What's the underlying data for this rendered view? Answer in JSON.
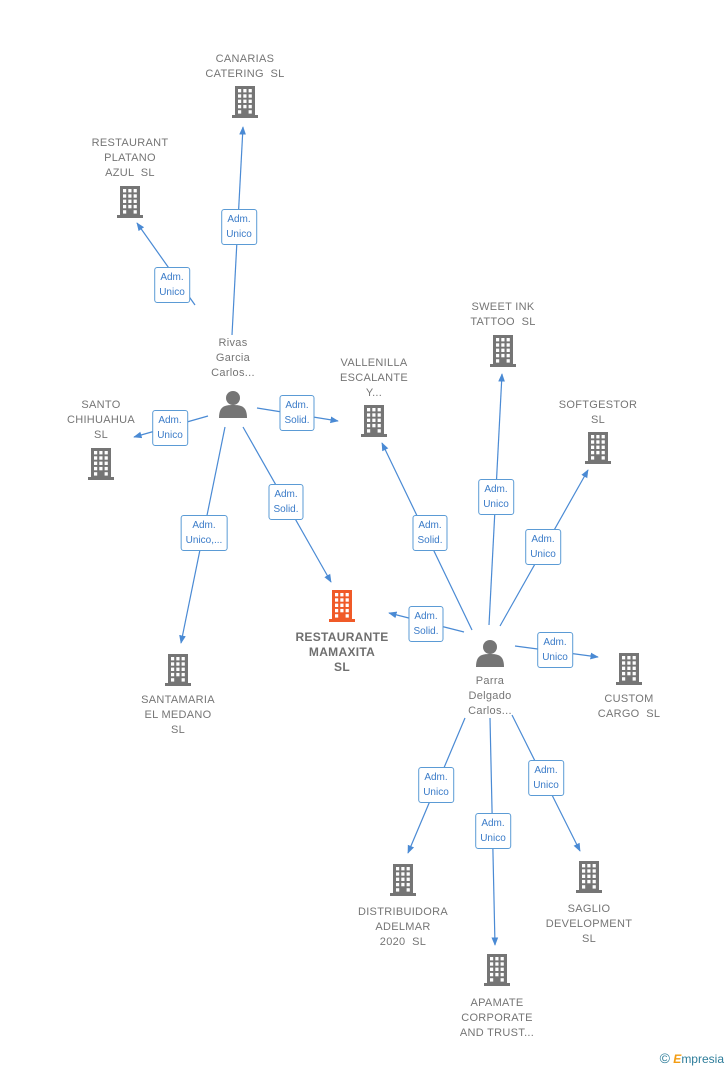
{
  "colors": {
    "edge": "#4a8ad4",
    "company": "#757575",
    "focus": "#f05a28",
    "person": "#757575"
  },
  "nodes": [
    {
      "id": "canarias",
      "type": "company",
      "label": "CANARIAS\nCATERING  SL"
    },
    {
      "id": "platano",
      "type": "company",
      "label": "RESTAURANT\nPLATANO\nAZUL  SL"
    },
    {
      "id": "rivas",
      "type": "person",
      "label": "Rivas\nGarcia\nCarlos..."
    },
    {
      "id": "chihuahua",
      "type": "company",
      "label": "SANTO\nCHIHUAHUA\nSL"
    },
    {
      "id": "vallenilla",
      "type": "company",
      "label": "VALLENILLA\nESCALANTE\nY..."
    },
    {
      "id": "sweetink",
      "type": "company",
      "label": "SWEET INK\nTATTOO  SL"
    },
    {
      "id": "softgestor",
      "type": "company",
      "label": "SOFTGESTOR\nSL"
    },
    {
      "id": "mamaxita",
      "type": "focus",
      "label": "RESTAURANTE\nMAMAXITA\nSL"
    },
    {
      "id": "parra",
      "type": "person",
      "label": "Parra\nDelgado\nCarlos..."
    },
    {
      "id": "customcargo",
      "type": "company",
      "label": "CUSTOM\nCARGO  SL"
    },
    {
      "id": "santamaria",
      "type": "company",
      "label": "SANTAMARIA\nEL MEDANO\nSL"
    },
    {
      "id": "adelmar",
      "type": "company",
      "label": "DISTRIBUIDORA\nADELMAR\n2020  SL"
    },
    {
      "id": "saglio",
      "type": "company",
      "label": "SAGLIO\nDEVELOPMENT\nSL"
    },
    {
      "id": "apamate",
      "type": "company",
      "label": "APAMATE\nCORPORATE\nAND TRUST..."
    }
  ],
  "edges": [
    {
      "from": "rivas",
      "to": "canarias",
      "label": "Adm.\nUnico"
    },
    {
      "from": "rivas",
      "to": "platano",
      "label": "Adm.\nUnico"
    },
    {
      "from": "rivas",
      "to": "chihuahua",
      "label": "Adm.\nUnico"
    },
    {
      "from": "rivas",
      "to": "vallenilla",
      "label": "Adm.\nSolid."
    },
    {
      "from": "rivas",
      "to": "mamaxita",
      "label": "Adm.\nSolid."
    },
    {
      "from": "rivas",
      "to": "santamaria",
      "label": "Adm.\nUnico,..."
    },
    {
      "from": "parra",
      "to": "vallenilla",
      "label": "Adm.\nSolid."
    },
    {
      "from": "parra",
      "to": "sweetink",
      "label": "Adm.\nUnico"
    },
    {
      "from": "parra",
      "to": "softgestor",
      "label": "Adm.\nUnico"
    },
    {
      "from": "parra",
      "to": "mamaxita",
      "label": "Adm.\nSolid."
    },
    {
      "from": "parra",
      "to": "customcargo",
      "label": "Adm.\nUnico"
    },
    {
      "from": "parra",
      "to": "adelmar",
      "label": "Adm.\nUnico"
    },
    {
      "from": "parra",
      "to": "apamate",
      "label": "Adm.\nUnico"
    },
    {
      "from": "parra",
      "to": "saglio",
      "label": "Adm.\nUnico"
    }
  ],
  "credit": {
    "copyright": "©",
    "brand_initial": "E",
    "brand_rest": "mpresia"
  }
}
